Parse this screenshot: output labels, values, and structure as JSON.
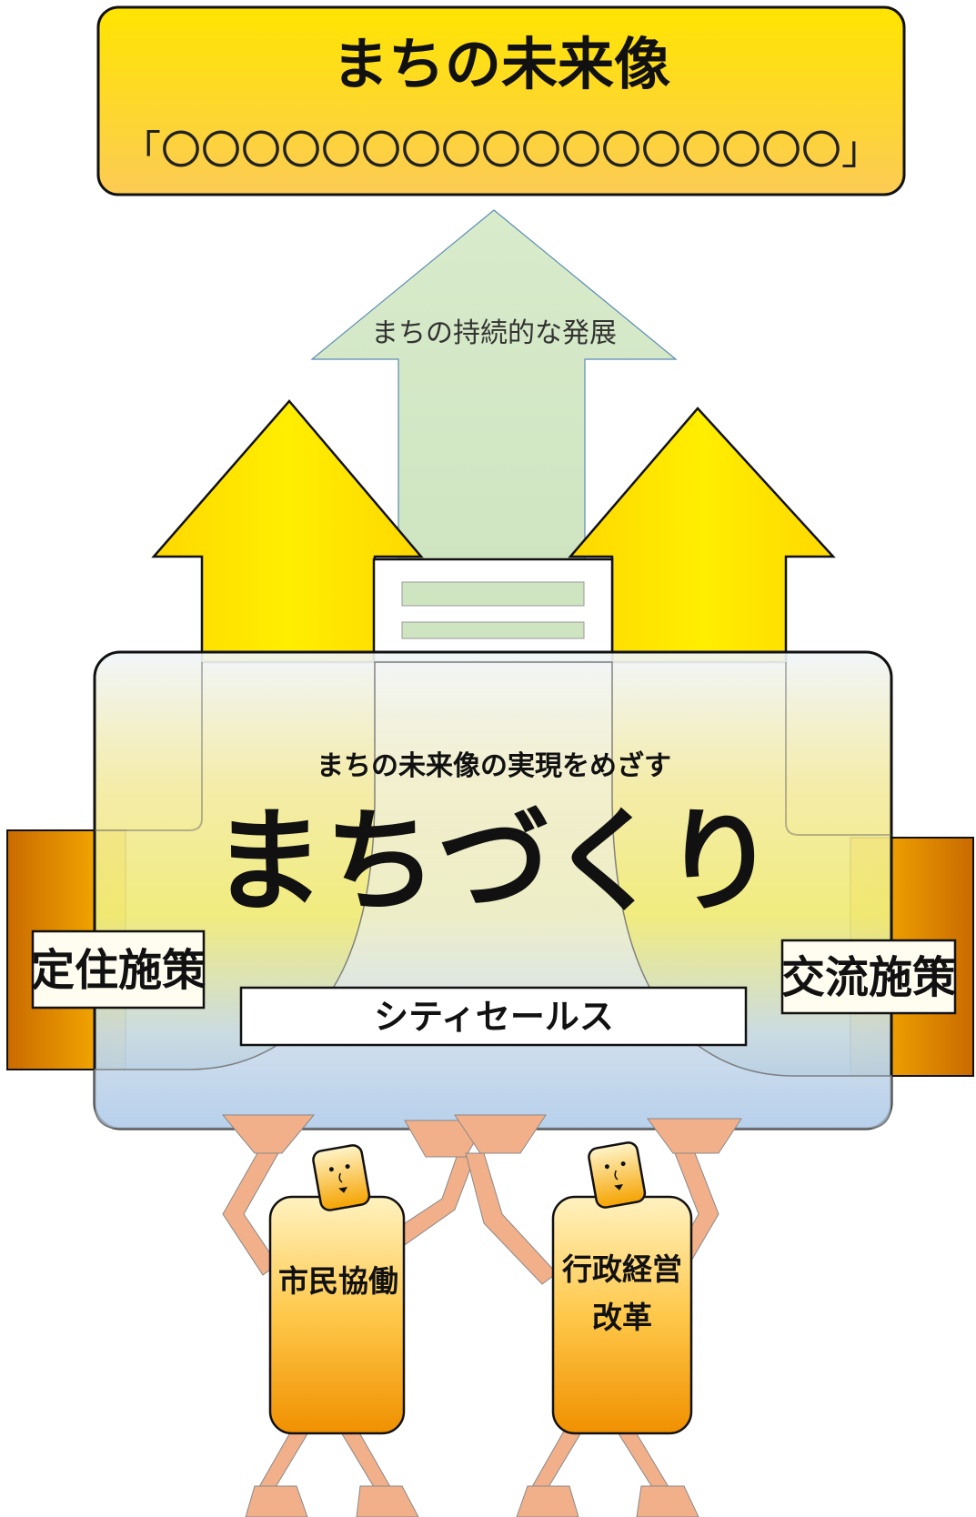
{
  "vision": {
    "title": "まちの未来像",
    "subtitle": "「〇〇〇〇〇〇〇〇〇〇〇〇〇〇〇〇〇」"
  },
  "growth_arrow": {
    "label": "まちの持続的な発展"
  },
  "main_box": {
    "caption": "まちの未来像の実現をめざす",
    "title": "まちづくり",
    "bar_label": "シティセールス"
  },
  "side_left": {
    "label": "定住施策"
  },
  "side_right": {
    "label": "交流施策"
  },
  "figures": [
    {
      "label_lines": [
        "市民協働"
      ]
    },
    {
      "label_lines": [
        "行政経営",
        "改革"
      ]
    }
  ],
  "colors": {
    "yellow": "#FFE800",
    "orange": "#F5A300",
    "green_pale": "#D4E8C5",
    "blue_pale": "#A8C8EA",
    "skin": "#F2B08A"
  }
}
